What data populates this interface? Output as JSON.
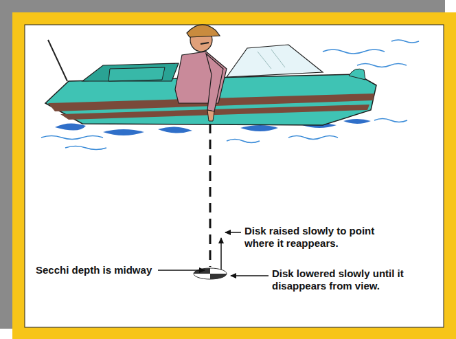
{
  "diagram": {
    "labels": [
      "Disk raised slowly to point where it reappears.",
      "Secchi depth is midway",
      "Disk lowered slowly until it disappears from view."
    ]
  }
}
